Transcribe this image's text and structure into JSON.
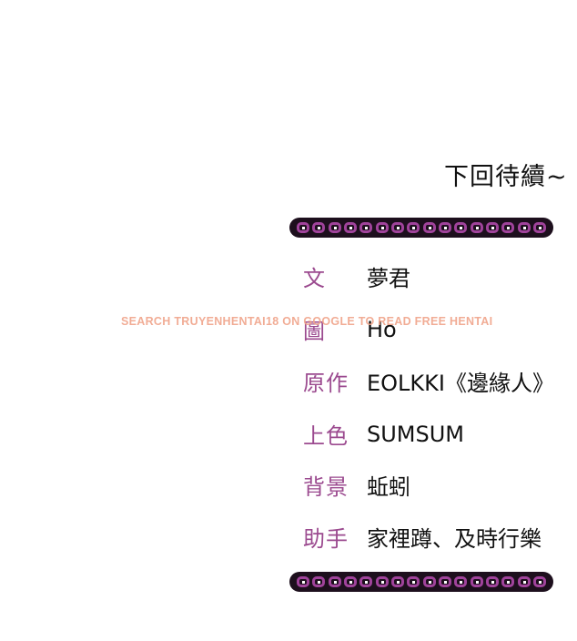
{
  "page": {
    "to_be_continued": "下回待續~",
    "watermark": "SEARCH TRUYENHENTAI18 ON GOOGLE TO READ FREE HENTAI",
    "colors": {
      "background": "#ffffff",
      "label": "#9b4a8f",
      "value": "#111111",
      "chain_outline": "#1d0f1d",
      "chain_fill": "#a0439b",
      "watermark": "#f0a48a"
    },
    "credits": [
      {
        "label": "文",
        "value": "夢君"
      },
      {
        "label": "圖",
        "value": "Ho"
      },
      {
        "label": "原作",
        "value": "EOLKKI《邊緣人》"
      },
      {
        "label": "上色",
        "value": "SUMSUM"
      },
      {
        "label": "背景",
        "value": "蚯蚓"
      },
      {
        "label": "助手",
        "value": "家裡蹲、及時行樂"
      }
    ]
  }
}
